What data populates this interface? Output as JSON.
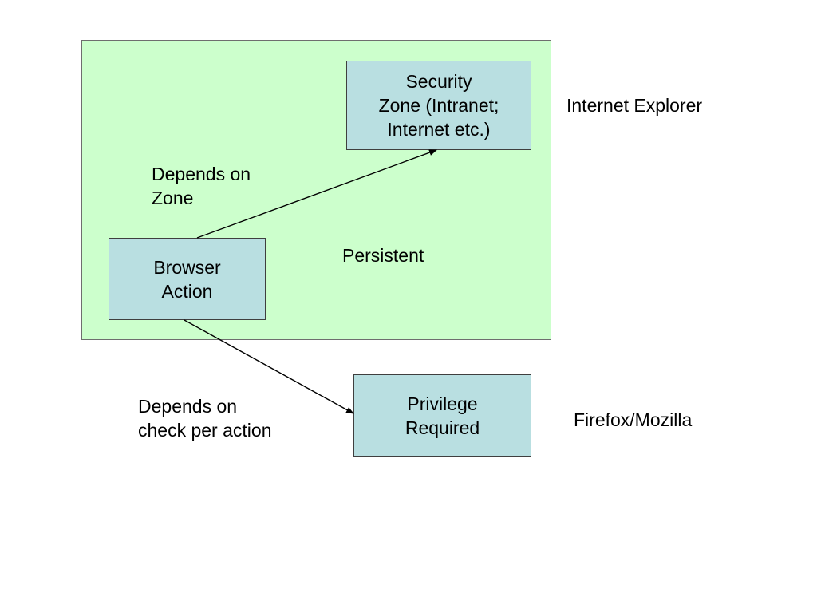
{
  "diagram": {
    "nodes": {
      "security_zone": "Security\nZone (Intranet;\nInternet etc.)",
      "browser_action": "Browser\nAction",
      "privilege_required": "Privilege\nRequired"
    },
    "edge_labels": {
      "depends_on_zone": "Depends on\nZone",
      "depends_on_check": "Depends on\ncheck per action"
    },
    "region_label": "Persistent",
    "side_labels": {
      "internet_explorer": "Internet Explorer",
      "firefox_mozilla": "Firefox/Mozilla"
    },
    "edges": [
      {
        "from": "browser_action",
        "to": "security_zone"
      },
      {
        "from": "browser_action",
        "to": "privilege_required"
      }
    ],
    "colors": {
      "region_fill": "#ccffcc",
      "node_fill": "#b9dfe1",
      "stroke": "#000000"
    }
  }
}
